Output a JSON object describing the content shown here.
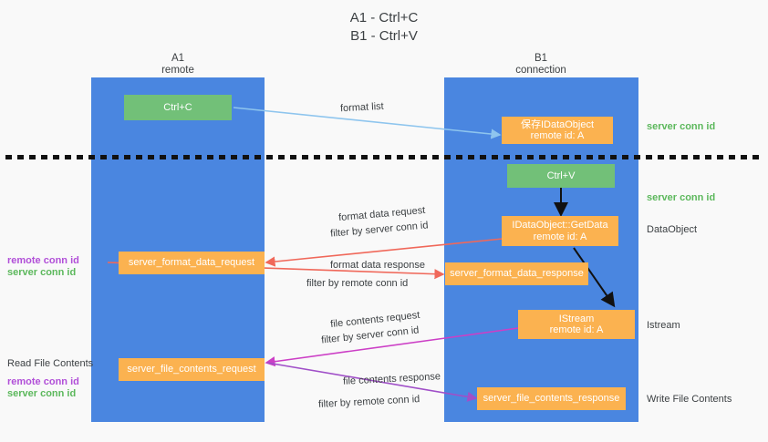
{
  "title": {
    "line1": "A1 - Ctrl+C",
    "line2": "B1 - Ctrl+V"
  },
  "lanes": [
    {
      "name": "A1",
      "sub": "remote"
    },
    {
      "name": "B1",
      "sub": "connection"
    }
  ],
  "boxes": {
    "ctrl_c": "Ctrl+C",
    "ctrl_v": "Ctrl+V",
    "save_idataobject_l1": "保存IDataObject",
    "save_idataobject_l2": "remote id: A",
    "getdata_l1": "IDataObject::GetData",
    "getdata_l2": "remote id: A",
    "istream_l1": "IStream",
    "istream_l2": "remote id: A",
    "server_format_data_request": "server_format_data_request",
    "server_format_data_response": "server_format_data_response",
    "server_file_contents_request": "server_file_contents_request",
    "server_file_contents_response": "server_file_contents_response"
  },
  "edge_labels": {
    "format_list": "format list",
    "format_data_request": "format data request",
    "format_data_request_filter_prefix": "filter by",
    "format_data_request_filter_value": "server conn id",
    "format_data_response": "format data response",
    "format_data_response_filter_prefix": "filter by",
    "format_data_response_filter_value": "remote conn id",
    "file_contents_request": "file contents request",
    "file_contents_request_filter_prefix": "filter by",
    "file_contents_request_filter_value": "server conn id",
    "file_contents_response": "file contents response",
    "file_contents_response_filter_prefix": "filter by",
    "file_contents_response_filter_value": "remote conn id"
  },
  "right_annotations": {
    "server_conn_id_top": "server conn id",
    "server_conn_id_mid": "server conn id",
    "dataobject": "DataObject",
    "istream": "Istream",
    "write_file_contents": "Write File Contents"
  },
  "left_annotations": {
    "remote_conn_id_1": "remote conn id",
    "server_conn_id_1": "server conn id",
    "read_file_contents": "Read File Contents",
    "remote_conn_id_2": "remote conn id",
    "server_conn_id_2": "server conn id"
  },
  "colors": {
    "lane": "#4a86e0",
    "green_box": "#72c078",
    "orange_box": "#fbb250",
    "green_text": "#5cb85c",
    "purple_text": "#b14fd8",
    "arrow_blue": "#8ec5ee",
    "arrow_red": "#f0685a",
    "arrow_magenta": "#cc3fc6",
    "arrow_purple": "#a04fc8",
    "arrow_black": "#111111",
    "background": "#f9f9f9"
  }
}
